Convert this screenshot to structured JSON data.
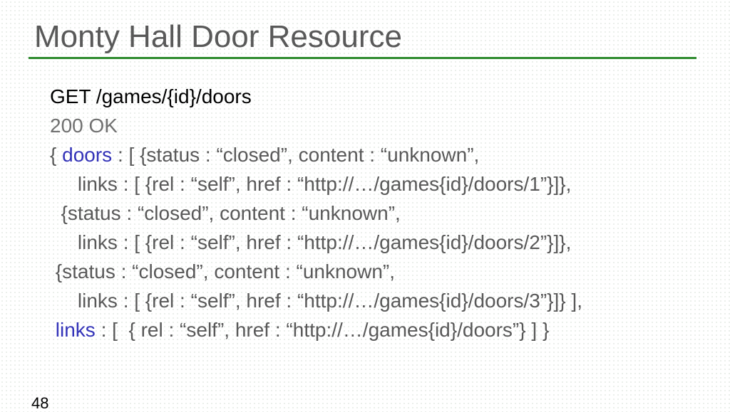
{
  "slide": {
    "title": "Monty Hall Door Resource",
    "number": "48"
  },
  "request": {
    "line": "GET /games/{id}/doors",
    "status": "200 OK"
  },
  "body": {
    "line1_open": "{ ",
    "doors_key": "doors",
    "line1_rest": " : [ {status : “closed”, content : “unknown”,",
    "line2": "     links : [ {rel : “self”, href : “http://…/games{id}/doors/1”}]},",
    "line3": "  {status : “closed”, content : “unknown”,",
    "line4": "     links : [ {rel : “self”, href : “http://…/games{id}/doors/2”}]},",
    "line5": " {status : “closed”, content : “unknown”,",
    "line6": "     links : [ {rel : “self”, href : “http://…/games{id}/doors/3”}]} ],",
    "line7_indent": " ",
    "links_key": "links",
    "line7_rest": " : [  { rel : “self”, href : “http://…/games{id}/doors”} ] }"
  }
}
